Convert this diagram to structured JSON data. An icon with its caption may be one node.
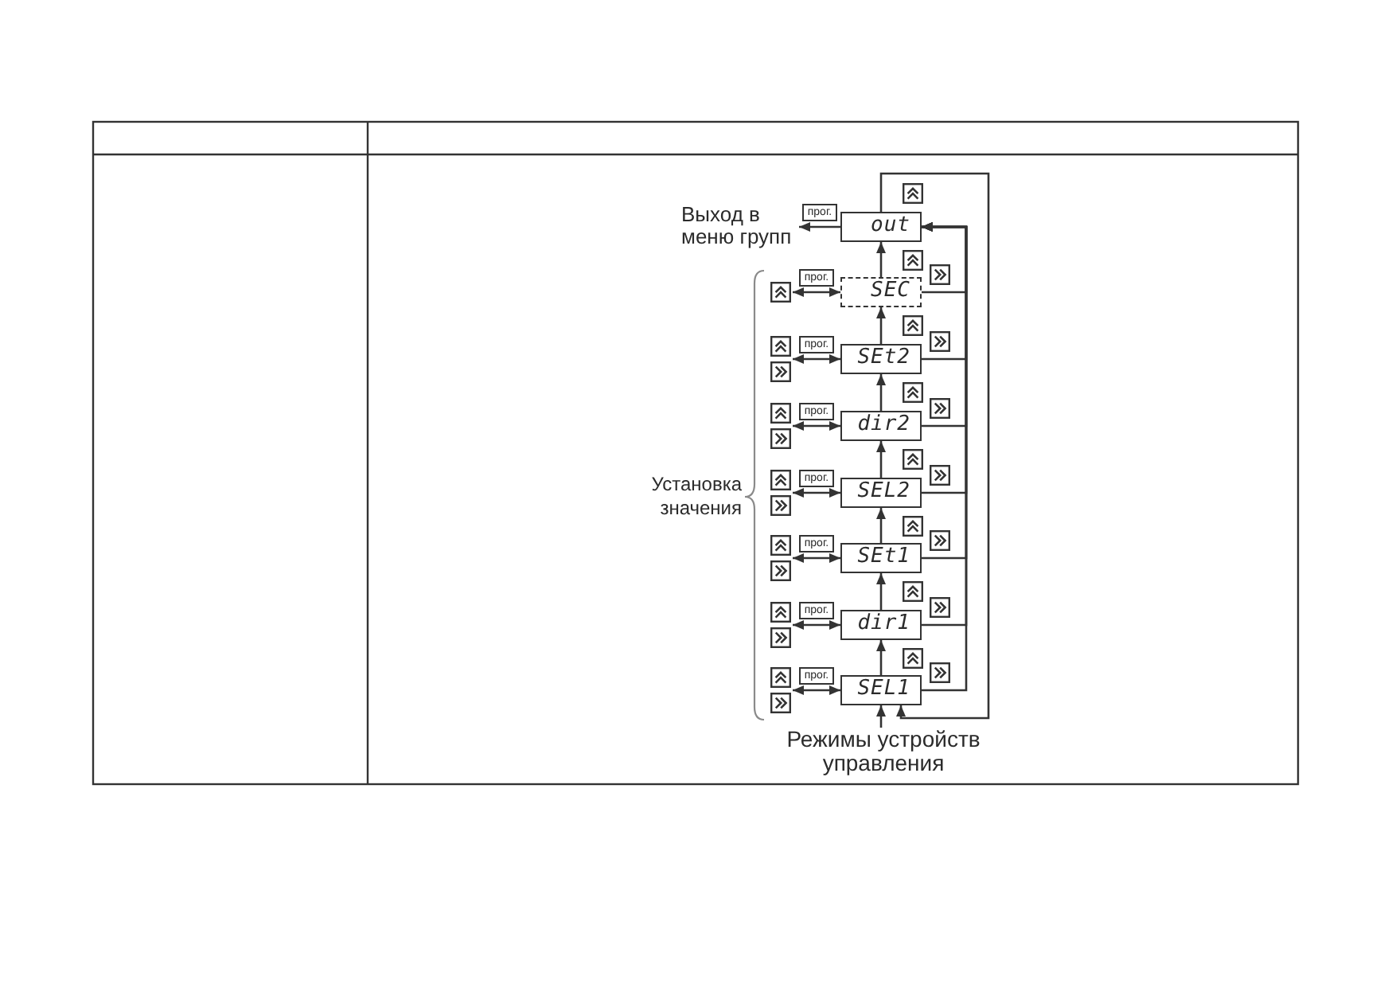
{
  "diagram": {
    "nodes": [
      {
        "text": [
          "Выход в меню групп"
        ]
      },
      {
        "text": [
          "out"
        ]
      },
      {
        "text": [
          "SEC"
        ]
      },
      {
        "text": [
          "SEt2"
        ]
      },
      {
        "text": [
          "dir2"
        ]
      },
      {
        "text": [
          "SEL2"
        ]
      },
      {
        "text": [
          "SEt1"
        ]
      },
      {
        "text": [
          "dir1"
        ]
      },
      {
        "text": [
          "SEL1"
        ]
      },
      {
        "text": [
          "Режимы устройств управления"
        ]
      },
      {
        "text": [],
        "shape": "picture"
      },
      {
        "text": [],
        "shape": "picture"
      },
      {
        "text": [],
        "shape": "picture"
      },
      {
        "text": [],
        "shape": "picture"
      },
      {
        "text": [],
        "shape": "picture"
      },
      {
        "text": [],
        "shape": "picture"
      },
      {
        "text": [],
        "shape": "picture"
      }
    ],
    "edges": [
      {
        "from": 1,
        "to": 0,
        "arrow": "to",
        "label": "прог."
      },
      {
        "from": 2,
        "to": 1,
        "arrow": "to"
      },
      {
        "from": 3,
        "to": 2,
        "arrow": "to"
      },
      {
        "from": 4,
        "to": 3,
        "arrow": "to"
      },
      {
        "from": 5,
        "to": 4,
        "arrow": "to"
      },
      {
        "from": 6,
        "to": 5,
        "arrow": "to"
      },
      {
        "from": 7,
        "to": 6,
        "arrow": "to"
      },
      {
        "from": 8,
        "to": 7,
        "arrow": "to"
      },
      {
        "from": 9,
        "to": 8,
        "arrow": "to"
      },
      {
        "from": 1,
        "to": 8,
        "arrow": "to"
      },
      {
        "from": 2,
        "to": 1,
        "arrow": "to"
      },
      {
        "from": 3,
        "to": 1,
        "arrow": "to"
      },
      {
        "from": 4,
        "to": 1,
        "arrow": "to"
      },
      {
        "from": 5,
        "to": 1,
        "arrow": "to"
      },
      {
        "from": 6,
        "to": 1,
        "arrow": "to"
      },
      {
        "from": 7,
        "to": 1,
        "arrow": "to"
      },
      {
        "from": 8,
        "to": 1,
        "arrow": "to"
      },
      {
        "from": 2,
        "to": 10,
        "arrow": "both",
        "label": "прог."
      },
      {
        "from": 3,
        "to": 11,
        "arrow": "both",
        "label": "прог."
      },
      {
        "from": 4,
        "to": 12,
        "arrow": "both",
        "label": "прог."
      },
      {
        "from": 5,
        "to": 13,
        "arrow": "both",
        "label": "прог."
      },
      {
        "from": 6,
        "to": 14,
        "arrow": "both",
        "label": "прог."
      },
      {
        "from": 7,
        "to": 15,
        "arrow": "both",
        "label": "прог."
      },
      {
        "from": 8,
        "to": 16,
        "arrow": "both",
        "label": "прог."
      }
    ],
    "labels": [
      "Установка значения"
    ]
  }
}
